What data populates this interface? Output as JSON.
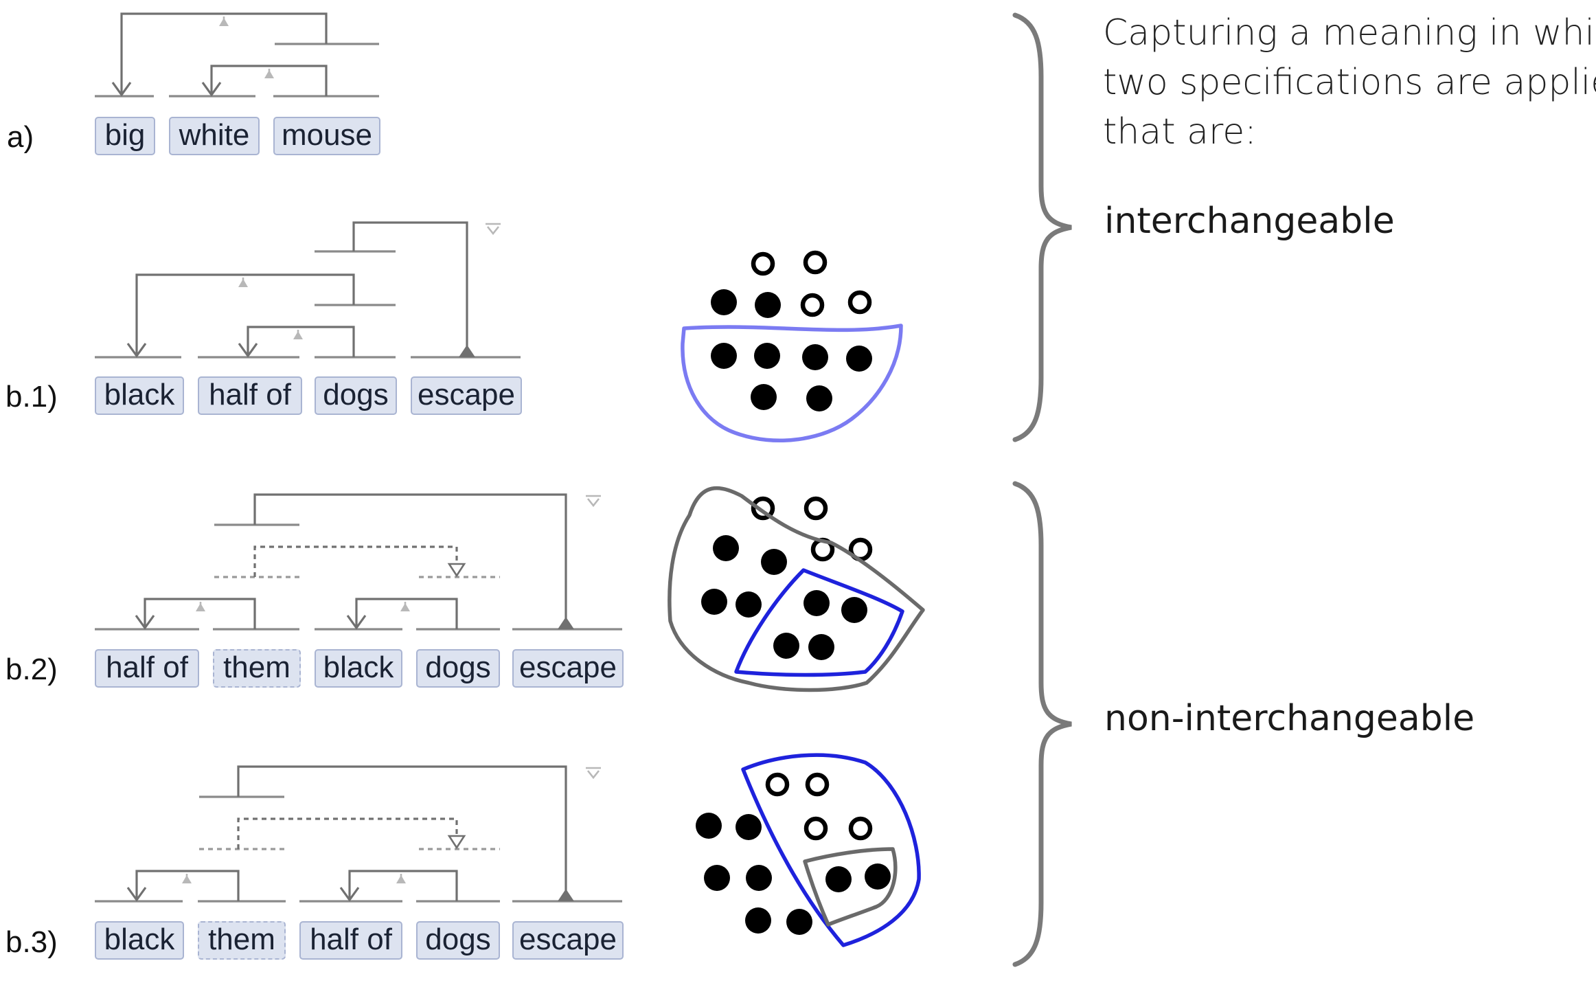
{
  "rows": [
    {
      "id": "a",
      "label": "a)",
      "tokens": [
        {
          "text": "big",
          "ghost": false
        },
        {
          "text": "white",
          "ghost": false
        },
        {
          "text": "mouse",
          "ghost": false
        }
      ]
    },
    {
      "id": "b1",
      "label": "b.1)",
      "tokens": [
        {
          "text": "black",
          "ghost": false
        },
        {
          "text": "half of",
          "ghost": false
        },
        {
          "text": "dogs",
          "ghost": false
        },
        {
          "text": "escape",
          "ghost": false
        }
      ]
    },
    {
      "id": "b2",
      "label": "b.2)",
      "tokens": [
        {
          "text": "half of",
          "ghost": false
        },
        {
          "text": "them",
          "ghost": true
        },
        {
          "text": "black",
          "ghost": false
        },
        {
          "text": "dogs",
          "ghost": false
        },
        {
          "text": "escape",
          "ghost": false
        }
      ]
    },
    {
      "id": "b3",
      "label": "b.3)",
      "tokens": [
        {
          "text": "black",
          "ghost": false
        },
        {
          "text": "them",
          "ghost": true
        },
        {
          "text": "half of",
          "ghost": false
        },
        {
          "text": "dogs",
          "ghost": false
        },
        {
          "text": "escape",
          "ghost": false
        }
      ]
    }
  ],
  "caption": {
    "lines": [
      "Capturing a meaning in which",
      "two specifications are applied",
      "that are:"
    ]
  },
  "groups": {
    "interchangeable": "interchangeable",
    "non_interchangeable": "non-interchangeable"
  },
  "colors": {
    "edge": "#707070",
    "edge_light": "#b8b8b8",
    "token_fill": "#dde3f0",
    "token_border": "#a9b4d2",
    "region_light_blue": "#7b7bf2",
    "region_blue": "#1e22dc",
    "region_gray": "#6a6a6a",
    "brace": "#7a7a7a"
  }
}
